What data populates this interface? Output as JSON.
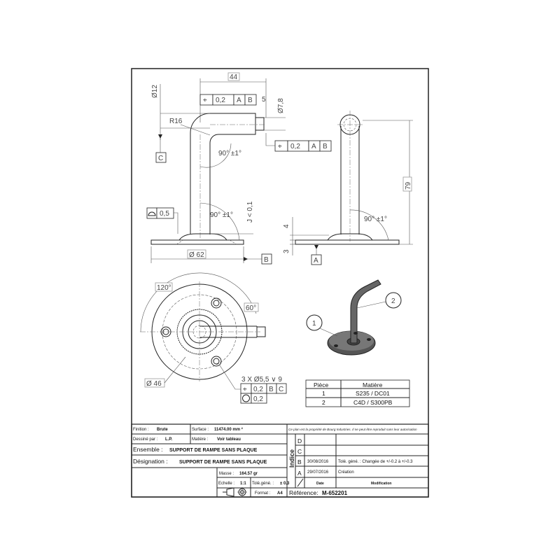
{
  "views": {
    "front": {
      "dim_width": "44",
      "dim_diam_tube": "Ø12",
      "dim_tip": "5",
      "dim_diam_tip": "Ø7,8",
      "radius": "R16",
      "angle_top": "90° ±1°",
      "angle_bottom": "90° ±1°",
      "flatness": "J < 0,1",
      "profile_tol": "0,5",
      "base_diam": "Ø 62",
      "datum_c": "C",
      "datum_b": "B",
      "fcf_top": {
        "tol": "0,2",
        "ref1": "A",
        "ref2": "B"
      },
      "fcf_right": {
        "tol": "0,2",
        "ref1": "A",
        "ref2": "B"
      }
    },
    "side": {
      "height": "79",
      "base_offset": "4",
      "thickness": "3",
      "angle": "90° ±1°",
      "datum_a": "A"
    },
    "top": {
      "angle1": "120°",
      "angle2": "60°",
      "pcd": "Ø 46",
      "holes": "3 X  Ø5,5 ∨ 9",
      "pos_tol": "0,2",
      "pos_ref1": "B",
      "pos_ref2": "C",
      "circ_tol": "0,2"
    },
    "iso": {
      "balloon1": "1",
      "balloon2": "2"
    }
  },
  "parts_table": {
    "headers": [
      "Pièce",
      "Matière"
    ],
    "rows": [
      [
        "1",
        "S235 / DC01"
      ],
      [
        "2",
        "C4D / S300PB"
      ]
    ]
  },
  "title_block": {
    "finition_label": "Finition :",
    "finition": "Brute",
    "surface_label": "Surface :",
    "surface": "11474.00 mm ²",
    "notice": "Ce plan est la propriété de Bourg Industries. Il ne peut être reproduit sans leur autorisation",
    "dessine_label": "Dessiné par :",
    "dessine": "L.P.",
    "matiere_label": "Matière :",
    "matiere": "Voir tableau",
    "ensemble_label": "Ensemble :",
    "ensemble": "SUPPORT DE RAMPE SANS PLAQUE",
    "designation_label": "Désignation :",
    "designation": "SUPPORT DE RAMPE SANS PLAQUE",
    "masse_label": "Masse :",
    "masse": "164.57 gr",
    "echelle_label": "Echelle :",
    "echelle": "1:1",
    "tol_label": "Tolé.géné. :",
    "tol": "± 0.3",
    "format_label": "Format :",
    "format": "A4",
    "indice_label": "Indice",
    "revisions": [
      {
        "letter": "D",
        "date": "",
        "modification": ""
      },
      {
        "letter": "C",
        "date": "",
        "modification": ""
      },
      {
        "letter": "B",
        "date": "30/08/2016",
        "modification": "Tolé. géné. : Changée de +/-0.2 à +/-0.3"
      },
      {
        "letter": "A",
        "date": "29/07/2016",
        "modification": "Création"
      }
    ],
    "date_header": "Date",
    "modification_header": "Modification",
    "reference_label": "Référence:",
    "reference": "M-652201"
  }
}
